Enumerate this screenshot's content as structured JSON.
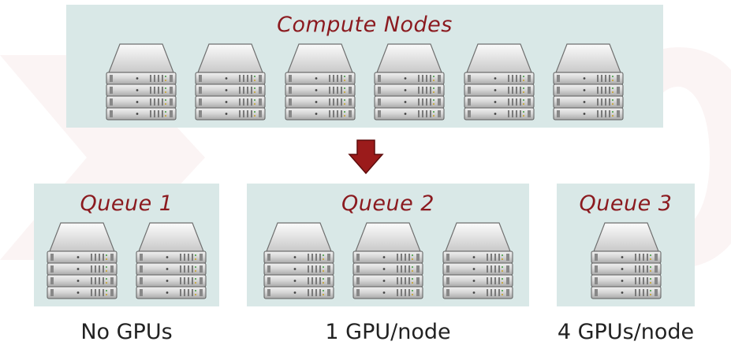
{
  "compute": {
    "title": "Compute Nodes",
    "server_count": 6
  },
  "queues": [
    {
      "title": "Queue 1",
      "server_count": 2,
      "caption": "No GPUs"
    },
    {
      "title": "Queue 2",
      "server_count": 3,
      "caption": "1 GPU/node"
    },
    {
      "title": "Queue 3",
      "server_count": 1,
      "caption": "4 GPUs/node"
    }
  ],
  "icons": {
    "server": "server-rack-icon",
    "arrow": "down-arrow-icon"
  },
  "colors": {
    "panel_bg": "#d9e8e7",
    "title_red": "#8b1a1f",
    "arrow_red": "#9b1b1b",
    "caption_text": "#222222"
  }
}
